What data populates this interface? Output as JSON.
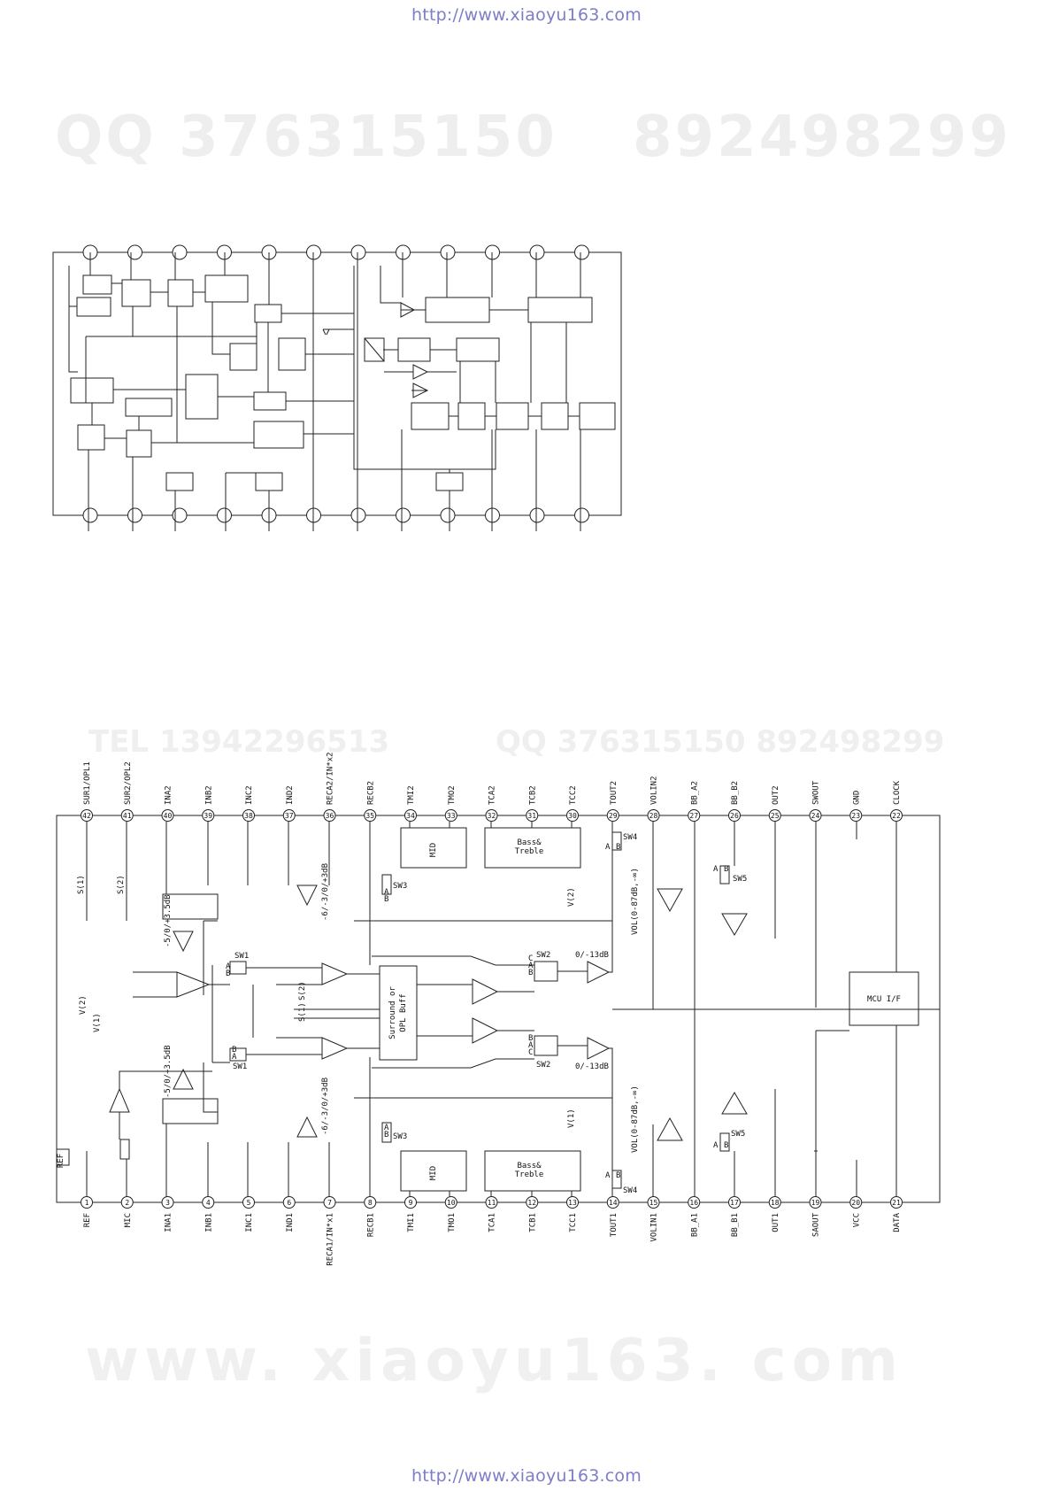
{
  "header": {
    "url": "http://www.xiaoyu163.com"
  },
  "footer": {
    "url": "http://www.xiaoyu163.com"
  },
  "watermarks": {
    "qq": "QQ 376315150",
    "qq_alt": "892498299",
    "tel": "TEL 13942296513",
    "qq_small": "QQ 376315150  892498299",
    "site": "www. xiaoyu163. com"
  },
  "schematic": {
    "top_pins": [
      {
        "num": "42",
        "name": "SUR1/OPL1"
      },
      {
        "num": "41",
        "name": "SUR2/OPL2"
      },
      {
        "num": "40",
        "name": "INA2"
      },
      {
        "num": "39",
        "name": "INB2"
      },
      {
        "num": "38",
        "name": "INC2"
      },
      {
        "num": "37",
        "name": "IND2"
      },
      {
        "num": "36",
        "name": "RECA2/IN*x2"
      },
      {
        "num": "35",
        "name": "RECB2"
      },
      {
        "num": "34",
        "name": "TMI2"
      },
      {
        "num": "33",
        "name": "TMO2"
      },
      {
        "num": "32",
        "name": "TCA2"
      },
      {
        "num": "31",
        "name": "TCB2"
      },
      {
        "num": "30",
        "name": "TCC2"
      },
      {
        "num": "29",
        "name": "TOUT2"
      },
      {
        "num": "28",
        "name": "VOLIN2"
      },
      {
        "num": "27",
        "name": "BB_A2"
      },
      {
        "num": "26",
        "name": "BB_B2"
      },
      {
        "num": "25",
        "name": "OUT2"
      },
      {
        "num": "24",
        "name": "SWOUT"
      },
      {
        "num": "23",
        "name": "GND"
      },
      {
        "num": "22",
        "name": "CLOCK"
      }
    ],
    "bottom_pins": [
      {
        "num": "1",
        "name": "REF"
      },
      {
        "num": "2",
        "name": "MIC"
      },
      {
        "num": "3",
        "name": "INA1"
      },
      {
        "num": "4",
        "name": "INB1"
      },
      {
        "num": "5",
        "name": "INC1"
      },
      {
        "num": "6",
        "name": "IND1"
      },
      {
        "num": "7",
        "name": "RECA1/IN*x1"
      },
      {
        "num": "8",
        "name": "RECB1"
      },
      {
        "num": "9",
        "name": "TMI1"
      },
      {
        "num": "10",
        "name": "TMO1"
      },
      {
        "num": "11",
        "name": "TCA1"
      },
      {
        "num": "12",
        "name": "TCB1"
      },
      {
        "num": "13",
        "name": "TCC1"
      },
      {
        "num": "14",
        "name": "TOUT1"
      },
      {
        "num": "15",
        "name": "VOLIN1"
      },
      {
        "num": "16",
        "name": "BB_A1"
      },
      {
        "num": "17",
        "name": "BB_B1"
      },
      {
        "num": "18",
        "name": "OUT1"
      },
      {
        "num": "19",
        "name": "SAOUT"
      },
      {
        "num": "20",
        "name": "VCC"
      },
      {
        "num": "21",
        "name": "DATA"
      }
    ],
    "blocks": {
      "mid": "MID",
      "bass_treble_1": "Bass&",
      "bass_treble_2": "Treble",
      "surround_1": "Surround or",
      "surround_2": "OPL Buff",
      "mcu": "MCU I/F",
      "ref": "REF"
    },
    "labels": {
      "sw1": "SW1",
      "sw2": "SW2",
      "sw3": "SW3",
      "sw4": "SW4",
      "sw5": "SW5",
      "mic_gain": "-5/0/+3.5dB",
      "rec_gain": "-6/-3/0/+3dB",
      "out_gain": "0/-13dB",
      "vol": "VOL(0-87dB,-∞)",
      "s1": "S(1)",
      "s2": "S(2)",
      "v1": "V(1)",
      "v2": "V(2)",
      "a": "A",
      "b": "B",
      "c": "C"
    }
  }
}
